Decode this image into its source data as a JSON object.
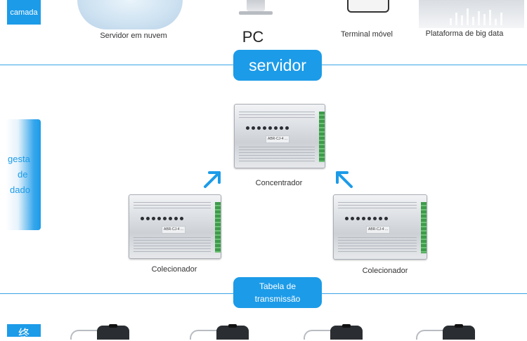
{
  "top_row": {
    "layer_tag": "camada",
    "items": [
      {
        "label": "Servidor em nuvem"
      },
      {
        "label": "PC"
      },
      {
        "label": "Terminal móvel"
      },
      {
        "label": "Plataforma de big data"
      }
    ]
  },
  "server_pill": "servidor",
  "side_label_lines": [
    "gesta",
    "de",
    "dado"
  ],
  "devices": {
    "concentrator": {
      "label": "Concentrador",
      "plate_text": "ABR-CJ-4 ..."
    },
    "collector_left": {
      "label": "Colecionador",
      "plate_text": "ABR-CJ-4 ..."
    },
    "collector_right": {
      "label": "Colecionador",
      "plate_text": "ABR-CJ-4 ..."
    }
  },
  "transmission_pill": [
    "Tabela de",
    "transmissão"
  ],
  "bottom_tag": "终",
  "colors": {
    "accent": "#1c9be8",
    "line": "#3ba4e6"
  }
}
